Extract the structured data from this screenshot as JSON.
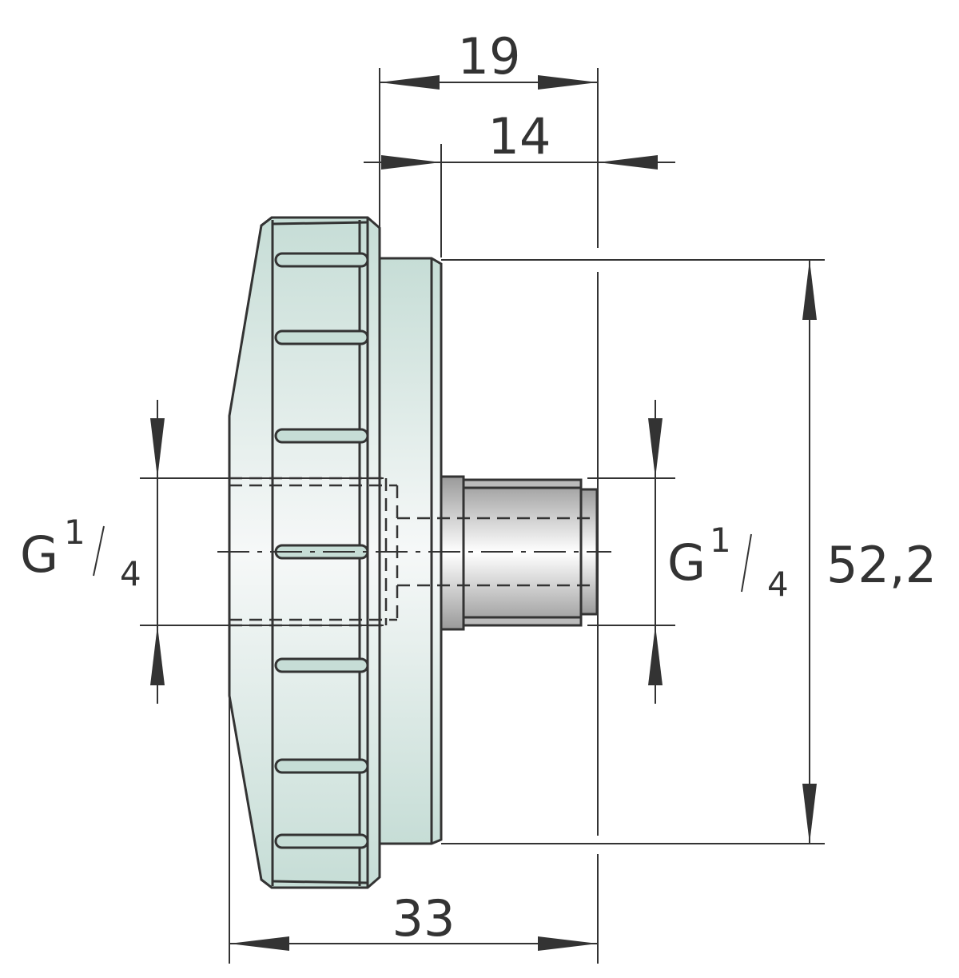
{
  "title": "Knob with G1/4 thread – dimension drawing",
  "dimensions": {
    "width_total": "19",
    "stem_length": "14",
    "overall_length": "33",
    "diameter": "52,2",
    "thread_left": {
      "letter": "G",
      "num": "1",
      "den": "4"
    },
    "thread_right": {
      "letter": "G",
      "num": "1",
      "den": "4"
    }
  },
  "colors": {
    "body": "#c8dfd8",
    "metal": "#a8a8a8",
    "line": "#333333"
  }
}
